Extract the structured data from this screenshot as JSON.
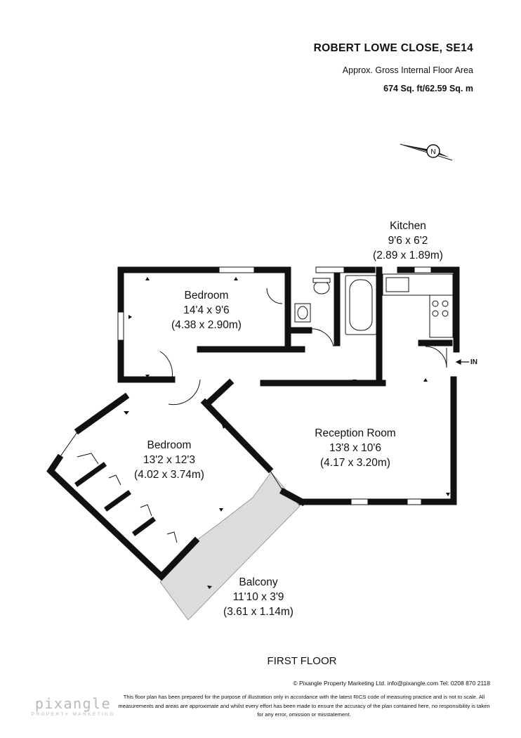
{
  "header": {
    "address": "ROBERT LOWE CLOSE, SE14",
    "area_label": "Approx. Gross Internal Floor Area",
    "area_value": "674 Sq. ft/62.59 Sq. m"
  },
  "compass": {
    "letter": "N",
    "icon": "compass-icon"
  },
  "rooms": {
    "kitchen": {
      "name": "Kitchen",
      "imperial": "9'6 x 6'2",
      "metric": "(2.89 x 1.89m)"
    },
    "bedroom1": {
      "name": "Bedroom",
      "imperial": "14'4 x 9'6",
      "metric": "(4.38 x 2.90m)"
    },
    "bedroom2": {
      "name": "Bedroom",
      "imperial": "13'2 x 12'3",
      "metric": "(4.02 x 3.74m)"
    },
    "reception": {
      "name": "Reception Room",
      "imperial": "13'8 x 10'6",
      "metric": "(4.17 x 3.20m)"
    },
    "balcony": {
      "name": "Balcony",
      "imperial": "11'10 x 3'9",
      "metric": "(3.61 x 1.14m)"
    }
  },
  "entrance_label": "IN",
  "floor_label": "FIRST FLOOR",
  "footer": {
    "copyright": "© Pixangle Property Marketing Ltd. info@pixangle.com Tel: 0208 870 2118",
    "disclaimer": "This floor plan has been prepared for the purpose of illustration only in accordance with the latest RICS code of measuring practice and is not to scale. All measurements and areas are approximate and whilst every effort has been made to ensure the accuracy of the plan contained here, no responsibility is taken for any error, omission or misstatement.",
    "logo_name": "pixangle",
    "logo_tagline": "PROPERTY MARKETING"
  },
  "colors": {
    "wall": "#111111",
    "balcony_fill": "#dcdcdc",
    "logo": "#b8b8b8"
  }
}
